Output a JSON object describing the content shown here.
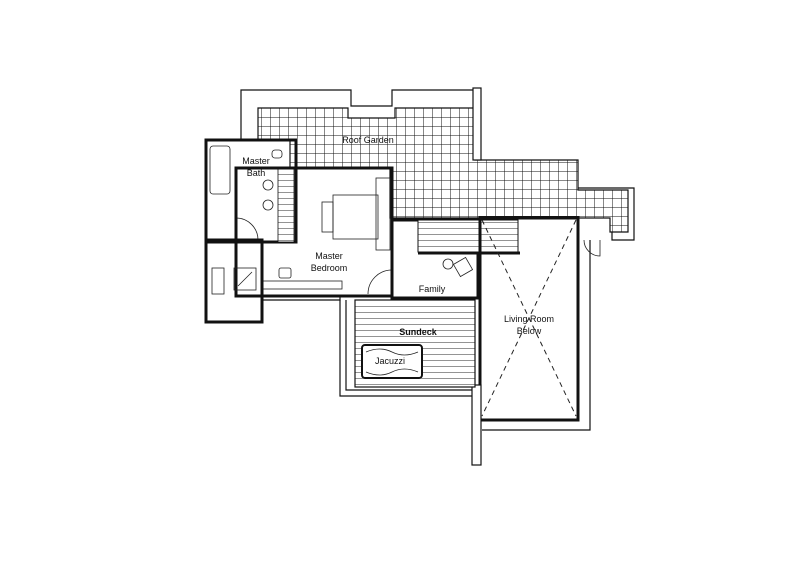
{
  "title": "Upper floor plan",
  "rooms": {
    "roof_garden": "Roof Garden",
    "master_bath_1": "Master",
    "master_bath_2": "Bath",
    "master_bedroom_1": "Master",
    "master_bedroom_2": "Bedroom",
    "family": "Family",
    "sundeck": "Sundeck",
    "jacuzzi": "Jacuzzi",
    "living_room_1": "Living Room",
    "living_room_2": "Below"
  },
  "colors": {
    "line": "#111111",
    "background": "#ffffff"
  }
}
